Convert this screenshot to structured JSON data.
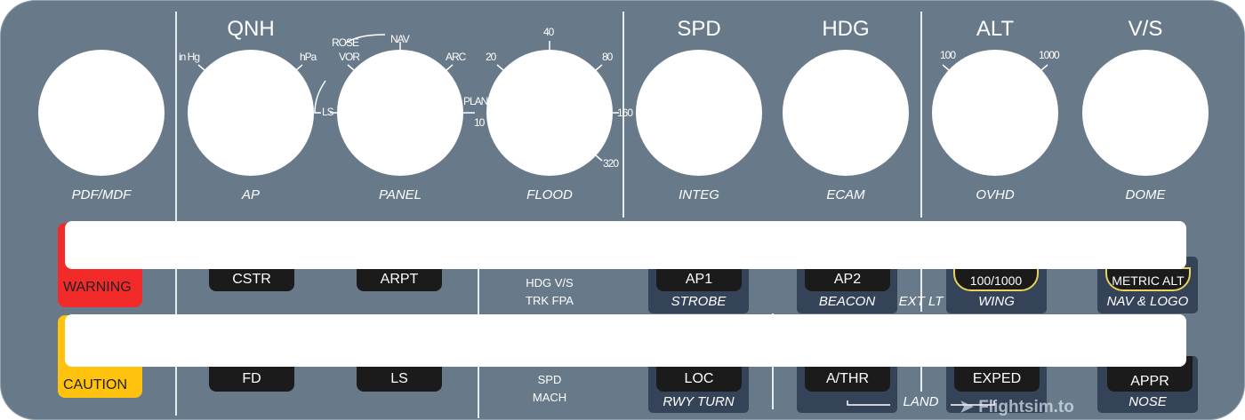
{
  "section_titles": {
    "qnh": "QNH",
    "spd": "SPD",
    "hdg": "HDG",
    "alt": "ALT",
    "vs": "V/S"
  },
  "knob_labels": [
    "PDF/MDF",
    "AP",
    "PANEL",
    "FLOOD",
    "INTEG",
    "ECAM",
    "OVHD",
    "DOME"
  ],
  "qnh_ticks": {
    "left": "in Hg",
    "right": "hPa"
  },
  "panel_ticks": {
    "rose": "ROSE",
    "nav": "NAV",
    "vor": "VOR",
    "arc": "ARC",
    "ls": "LS",
    "plan": "PLAN"
  },
  "flood_ticks": [
    "10",
    "20",
    "40",
    "80",
    "160",
    "320"
  ],
  "alt_ticks": [
    "100",
    "1000"
  ],
  "annunciators": {
    "warning": "WARNING",
    "caution": "CAUTION",
    "warning_color": "#f22a2a",
    "caution_color": "#ffc20e"
  },
  "row1_buttons": [
    "CSTR",
    "ARPT",
    "AP1",
    "AP2",
    "100/1000",
    "METRIC ALT"
  ],
  "row2_buttons": [
    "FD",
    "LS",
    "LOC",
    "A/THR",
    "EXPED",
    "APPR"
  ],
  "mode_text": {
    "row1_a": "HDG  V/S",
    "row1_b": "TRK  FPA",
    "row2_a": "SPD",
    "row2_b": "MACH"
  },
  "plate_labels": {
    "strobe": "STROBE",
    "beacon": "BEACON",
    "ext_lt": "EXT LT",
    "wing": "WING",
    "nav_logo": "NAV & LOGO",
    "rwy_turn": "RWY TURN",
    "land": "LAND",
    "nose": "NOSE"
  },
  "watermark": "Flightsim.to"
}
